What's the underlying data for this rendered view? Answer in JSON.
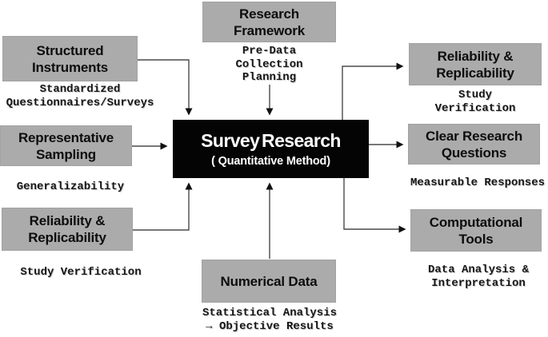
{
  "diagram": {
    "center": {
      "title": "Survey Research",
      "subtitle": "( Quantitative Method)"
    },
    "nodes": [
      {
        "id": "research-framework",
        "label": "Research Framework",
        "note_lines": [
          "Pre-Data",
          "Collection",
          "Planning"
        ]
      },
      {
        "id": "structured-instruments",
        "label": "Structured Instruments",
        "note_lines": [
          "Standardized",
          "Questionnaires/Surveys"
        ]
      },
      {
        "id": "representative-sampling",
        "label": "Representative Sampling",
        "note_lines": [
          "Generalizability"
        ]
      },
      {
        "id": "reliability-replicability-left",
        "label": "Reliability & Replicability",
        "note_lines": [
          "Study Verification"
        ]
      },
      {
        "id": "numerical-data",
        "label": "Numerical Data",
        "note_lines": [
          "Statistical Analysis",
          "→ Objective Results"
        ]
      },
      {
        "id": "reliability-replicability-right",
        "label": "Reliability & Replicability",
        "note_lines": [
          "Study",
          "Verification"
        ]
      },
      {
        "id": "clear-research-questions",
        "label": "Clear Research Questions",
        "note_lines": [
          "Measurable Responses"
        ]
      },
      {
        "id": "computational-tools",
        "label": "Computational Tools",
        "note_lines": [
          "Data Analysis &",
          "Interpretation"
        ]
      }
    ],
    "colors": {
      "node_bg": "#ababab",
      "center_bg": "#040404",
      "center_text": "#ffffff",
      "text": "#111111",
      "arrow": "#4a4a4a"
    }
  }
}
